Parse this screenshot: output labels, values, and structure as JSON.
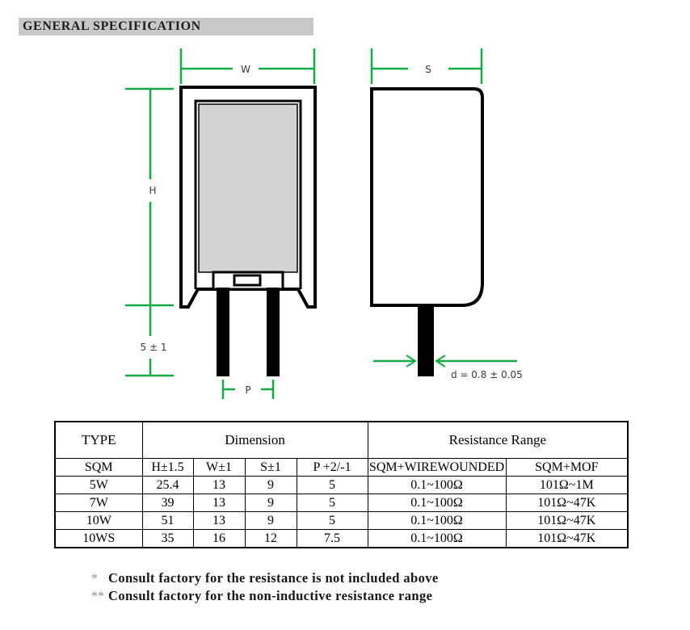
{
  "header": {
    "title": "GENERAL SPECIFICATION"
  },
  "drawing": {
    "front_view": {
      "width_label": "W",
      "height_label": "H",
      "lead_length_label": "5 ± 1",
      "pitch_label": "P"
    },
    "side_view": {
      "thickness_label": "S",
      "lead_diameter_label": "d = 0.8 ± 0.05"
    }
  },
  "table": {
    "header_row": {
      "type": "TYPE",
      "dimension": "Dimension",
      "resistance_range": "Resistance Range"
    },
    "subheader_row": {
      "type": "SQM",
      "h": "H±1.5",
      "w": "W±1",
      "s": "S±1",
      "p": "P +2/-1",
      "wirewound": "SQM+WIREWOUNDED",
      "mof": "SQM+MOF"
    },
    "rows": [
      {
        "type": "5W",
        "h": "25.4",
        "w": "13",
        "s": "9",
        "p": "5",
        "wirewound": "0.1~100Ω",
        "mof": "101Ω~1M"
      },
      {
        "type": "7W",
        "h": "39",
        "w": "13",
        "s": "9",
        "p": "5",
        "wirewound": "0.1~100Ω",
        "mof": "101Ω~47K"
      },
      {
        "type": "10W",
        "h": "51",
        "w": "13",
        "s": "9",
        "p": "5",
        "wirewound": "0.1~100Ω",
        "mof": "101Ω~47K"
      },
      {
        "type": "10WS",
        "h": "35",
        "w": "16",
        "s": "12",
        "p": "7.5",
        "wirewound": "0.1~100Ω",
        "mof": "101Ω~47K"
      }
    ]
  },
  "notes": [
    {
      "marker": "*",
      "text": "Consult factory for the resistance is not included above"
    },
    {
      "marker": "**",
      "text": "Consult factory for the non-inductive resistance range"
    }
  ],
  "colors": {
    "header_background": "#c9c9c9",
    "dimension_line": "#12ab44",
    "element_fill": "#d3d3d3",
    "outline": "#000000",
    "note_marker": "#8c8c8c"
  }
}
